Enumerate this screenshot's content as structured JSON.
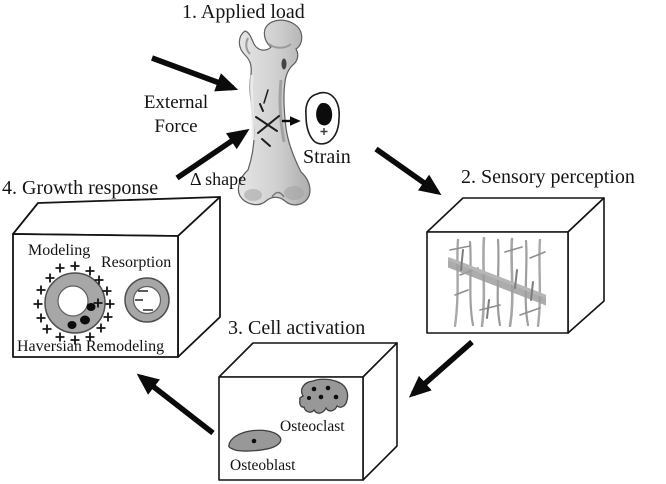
{
  "nodes": {
    "applied_load": "1. Applied load",
    "sensory_perception": "2. Sensory perception",
    "cell_activation": "3. Cell activation",
    "growth_response": "4. Growth response"
  },
  "annotations": {
    "external_force_line1": "External",
    "external_force_line2": "Force",
    "delta_shape": "Δ shape",
    "strain": "Strain"
  },
  "growth_response_box": {
    "modeling": "Modeling",
    "resorption": "Resorption",
    "haversian_remodeling": "Haversian Remodeling",
    "formation_symbol": "+",
    "resorption_symbol": "−"
  },
  "cell_activation_box": {
    "osteoclast": "Osteoclast",
    "osteoblast": "Osteoblast"
  },
  "flow": [
    {
      "from": "External Force",
      "to": "1. Applied load"
    },
    {
      "from": "1. Applied load",
      "to": "Strain"
    },
    {
      "from": "Strain",
      "to": "2. Sensory perception"
    },
    {
      "from": "2. Sensory perception",
      "to": "3. Cell activation"
    },
    {
      "from": "3. Cell activation",
      "to": "4. Growth response"
    },
    {
      "from": "4. Growth response",
      "to": "1. Applied load",
      "label": "Δ shape"
    }
  ],
  "colors": {
    "background": "#ffffff",
    "line": "#111111",
    "cell_gray": "#9a9a9a",
    "bone_gray": "#c6c6c6"
  }
}
